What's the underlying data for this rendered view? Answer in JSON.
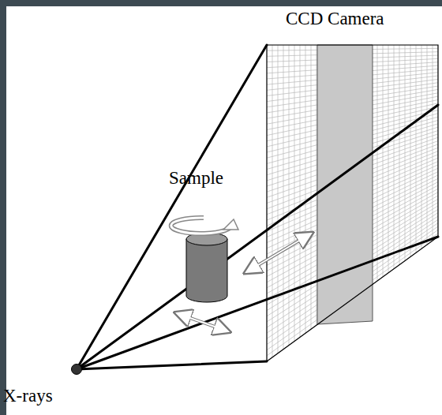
{
  "diagram": {
    "labels": [
      "CCD Camera",
      "Sample",
      "X-rays"
    ]
  }
}
